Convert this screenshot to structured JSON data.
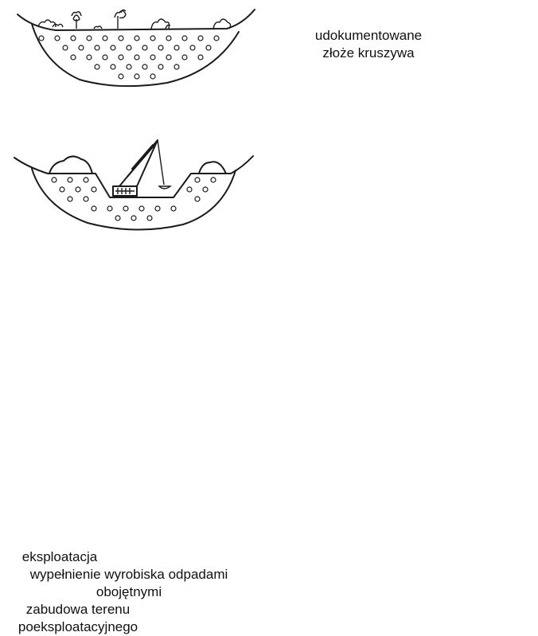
{
  "stages": [
    {
      "id": "deposit",
      "label_lines": [
        "udokumentowane",
        "złoże kruszywa"
      ]
    },
    {
      "id": "extraction",
      "label_lines": [
        "eksploatacja"
      ]
    },
    {
      "id": "backfill",
      "label_lines": [
        "wypełnienie wyrobiska odpadami",
        "obojętnymi"
      ]
    },
    {
      "id": "development",
      "label_lines": [
        "zabudowa terenu",
        "poeksploatacyjnego"
      ]
    }
  ]
}
